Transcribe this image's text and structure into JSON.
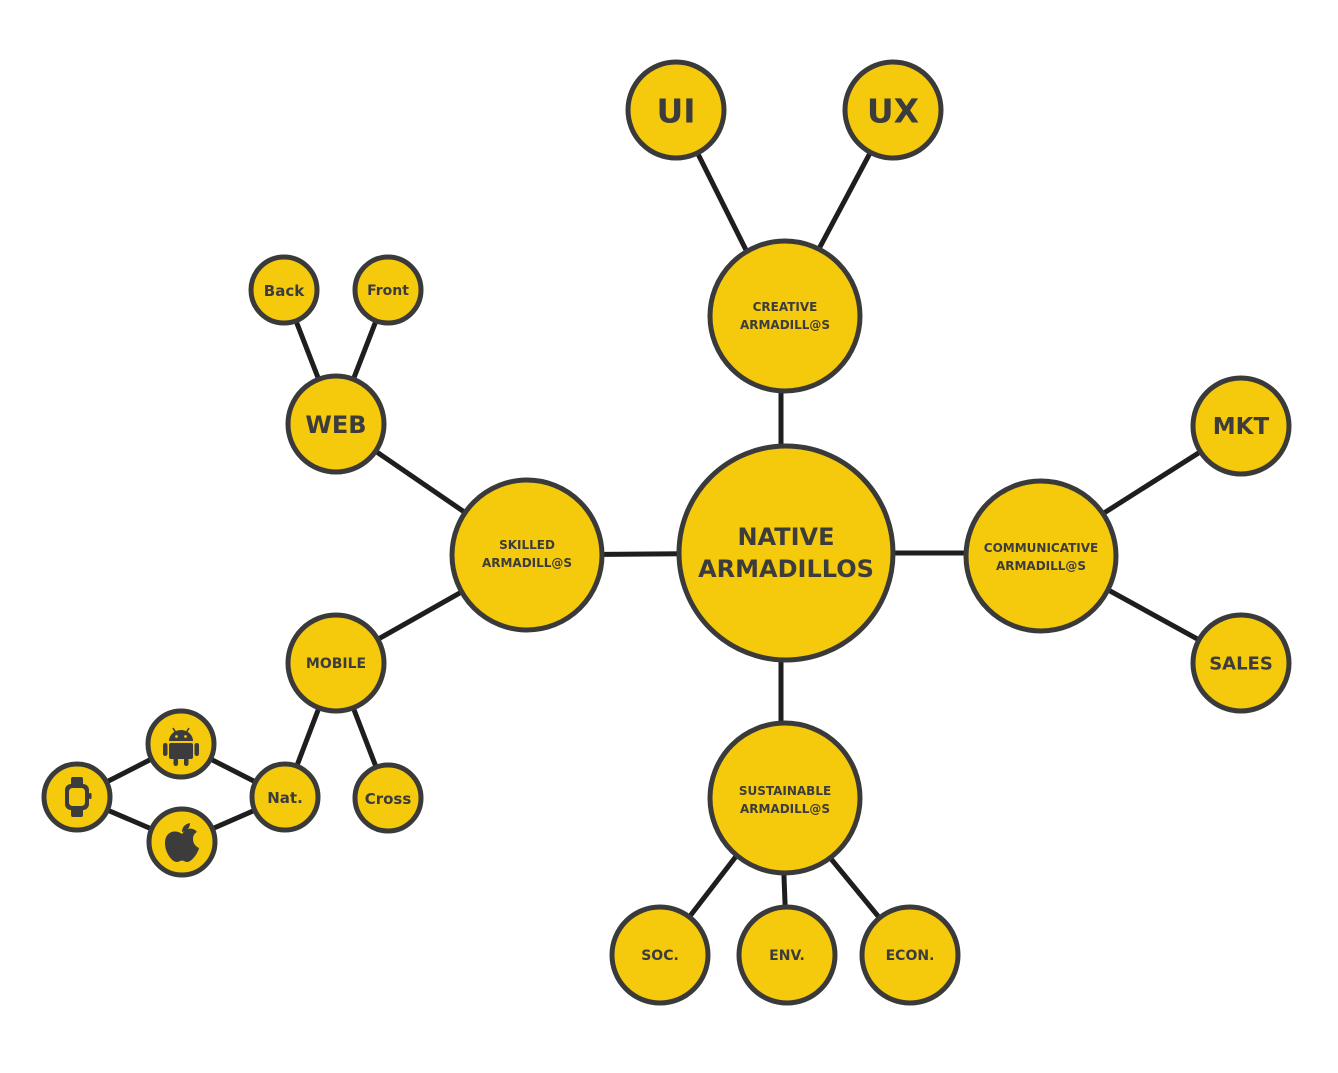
{
  "diagram": {
    "colors": {
      "node_fill": "#f5c90c",
      "node_stroke": "#3a3a3a",
      "edge": "#1e1e1e",
      "text": "#3c3c3c"
    },
    "nodes": {
      "native": {
        "line1": "NATIVE",
        "line2": "ARMADILLOS"
      },
      "creative": {
        "line1": "CREATIVE",
        "line2": "ARMADILL@S"
      },
      "ui": {
        "label": "UI"
      },
      "ux": {
        "label": "UX"
      },
      "communicative": {
        "line1": "COMMUNICATIVE",
        "line2": "ARMADILL@S"
      },
      "mkt": {
        "label": "MKT"
      },
      "sales": {
        "label": "SALES"
      },
      "sustainable": {
        "line1": "SUSTAINABLE",
        "line2": "ARMADILL@S"
      },
      "soc": {
        "label": "SOC."
      },
      "env": {
        "label": "ENV."
      },
      "econ": {
        "label": "ECON."
      },
      "skilled": {
        "line1": "SKILLED",
        "line2": "ARMADILL@S"
      },
      "web": {
        "label": "WEB"
      },
      "back": {
        "label": "Back"
      },
      "front": {
        "label": "Front"
      },
      "mobile": {
        "label": "MOBILE"
      },
      "nat": {
        "label": "Nat."
      },
      "cross": {
        "label": "Cross"
      },
      "android": {
        "icon": "android-icon"
      },
      "apple": {
        "icon": "apple-icon"
      },
      "watch": {
        "icon": "smartwatch-icon"
      }
    }
  }
}
